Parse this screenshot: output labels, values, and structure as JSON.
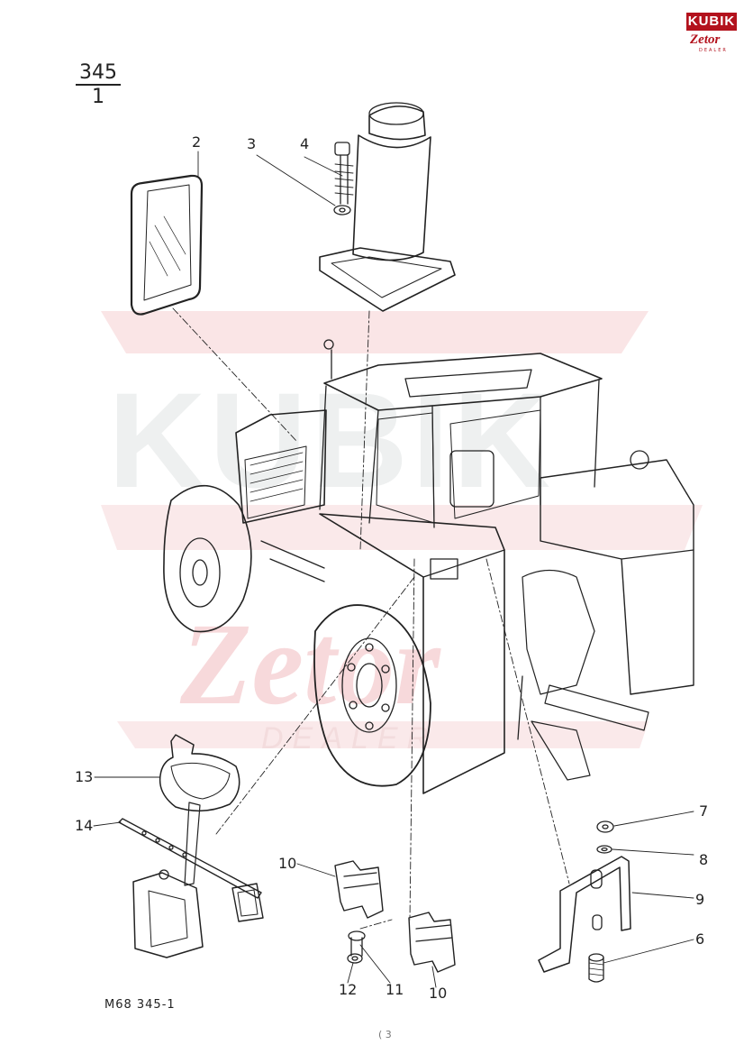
{
  "page": {
    "section_number": "345",
    "sheet_number": "1",
    "drawing_code": "M68 345-1",
    "footer_mark": "( 3"
  },
  "brand": {
    "name": "KUBIK",
    "sub": "Zetor",
    "tag": "DEALER",
    "color": "#b3121d"
  },
  "watermark": {
    "line1": "KUBIK",
    "line2": "Zetor",
    "line3": "DEALER"
  },
  "callouts": [
    "2",
    "3",
    "4",
    "13",
    "14",
    "10",
    "12",
    "11",
    "10",
    "7",
    "8",
    "9",
    "6"
  ],
  "colors": {
    "ink": "#222222",
    "watermark": "#f3c9cc",
    "watermark_gray": "#e9ecec"
  }
}
